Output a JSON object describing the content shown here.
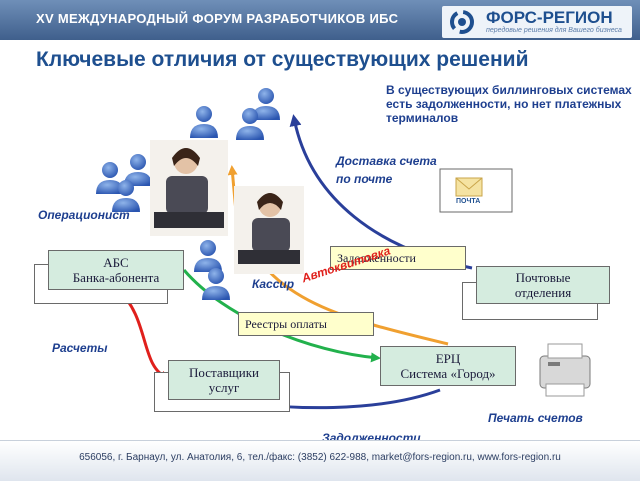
{
  "header": {
    "title": "XV МЕЖДУНАРОДНЫЙ ФОРУМ РАЗРАБОТЧИКОВ ИБС",
    "logo_text": "ФОРС-РЕГИОН",
    "logo_sub": "передовые решения для Вашего бизнеса"
  },
  "page_title": "Ключевые отличия от существующих решений",
  "note": "В существующих биллинговых системах есть задолженности, но нет платежных терминалов",
  "nodes": {
    "abs": {
      "line1": "АБС",
      "line2": "Банка-абонента"
    },
    "suppliers": {
      "line1": "Поставщики",
      "line2": "услуг"
    },
    "erc": {
      "line1": "ЕРЦ",
      "line2": "Система «Город»"
    },
    "post": {
      "line1": "Почтовые",
      "line2": "отделения"
    }
  },
  "tags": {
    "debts": "Задолженности",
    "registries": "Реестры оплаты"
  },
  "envelope_label": "ПОЧТА",
  "labels": {
    "operator": "Операционист",
    "cashier": "Кассир",
    "settlements": "Расчеты",
    "debts_bottom": "Задолженности",
    "print": "Печать счетов",
    "delivery_line1": "Доставка счета",
    "delivery_line2": "по почте",
    "autopay": "Автоквитовка"
  },
  "colors": {
    "title_blue": "#1e4f8f",
    "node_fill": "#d5ecdf",
    "tag_fill": "#ffffcc",
    "arrow_red": "#e0201c",
    "arrow_green": "#22b14c",
    "arrow_orange": "#f0a030",
    "arrow_blue": "#2a3f9a"
  },
  "footer": {
    "text": "656056, г. Барнаул, ул. Анатолия, 6,  тел./факс: (3852) 622-988, market@fors-region.ru, www.fors-region.ru"
  }
}
